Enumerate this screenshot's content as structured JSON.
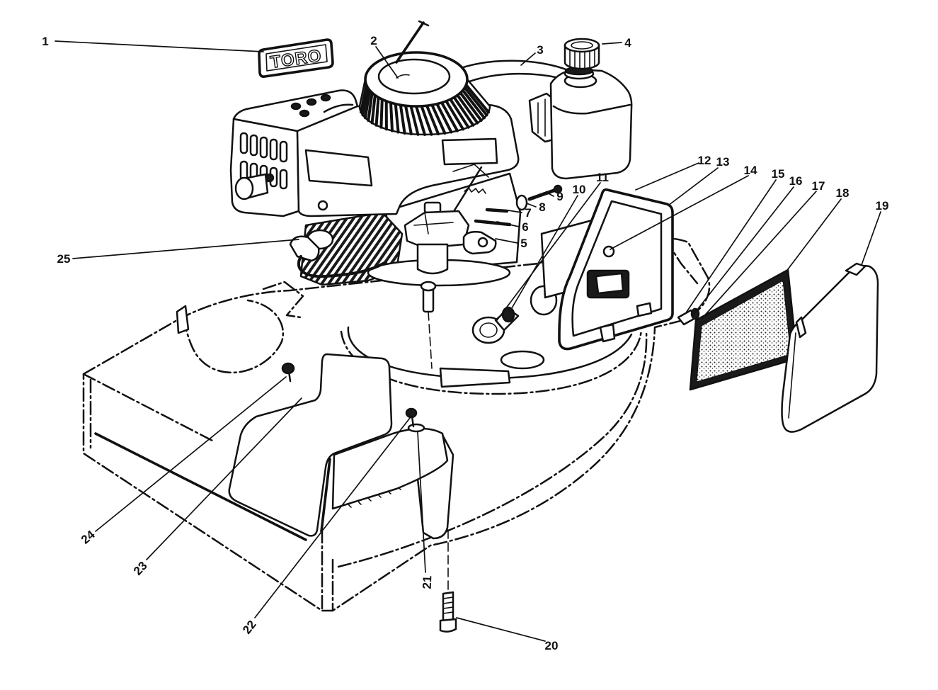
{
  "decal": {
    "logo_text": "TORO"
  },
  "callouts": [
    "1",
    "2",
    "3",
    "4",
    "5",
    "6",
    "7",
    "8",
    "9",
    "10",
    "11",
    "12",
    "13",
    "14",
    "15",
    "16",
    "17",
    "18",
    "19",
    "20",
    "21",
    "22",
    "23",
    "24",
    "25"
  ],
  "colors": {
    "line": "#111111",
    "background": "#ffffff"
  }
}
